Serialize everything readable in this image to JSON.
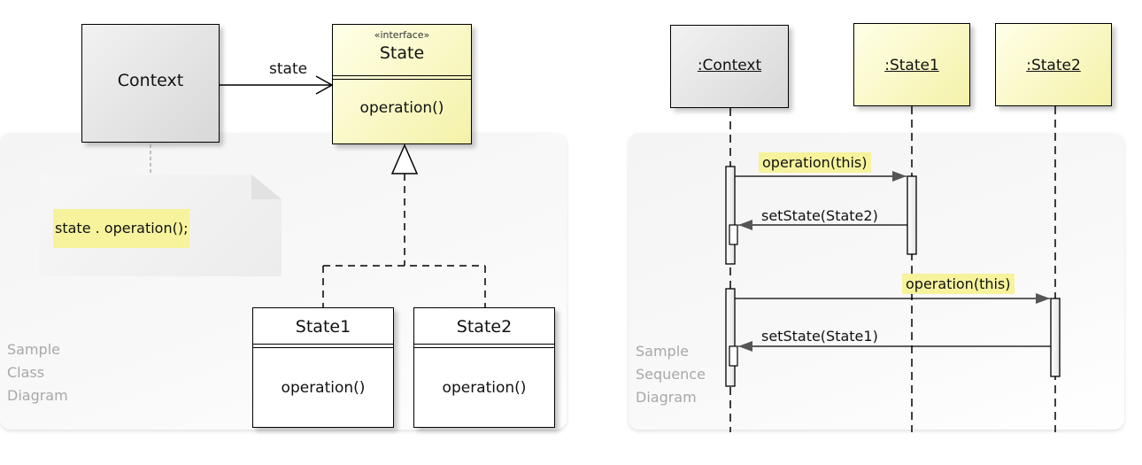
{
  "class_diagram": {
    "caption": [
      "Sample",
      "Class",
      "Diagram"
    ],
    "context": {
      "name": "Context"
    },
    "state_interface": {
      "stereotype": "«interface»",
      "name": "State",
      "operation": "operation()"
    },
    "association_label": "state",
    "note_text": "state . operation();",
    "state1": {
      "name": "State1",
      "operation": "operation()"
    },
    "state2": {
      "name": "State2",
      "operation": "operation()"
    }
  },
  "sequence_diagram": {
    "caption": [
      "Sample",
      "Sequence",
      "Diagram"
    ],
    "lifelines": [
      ":Context",
      ":State1",
      ":State2"
    ],
    "messages": [
      {
        "label": "operation(this)"
      },
      {
        "label": "setState(State2)"
      },
      {
        "label": "operation(this)"
      },
      {
        "label": "setState(State1)"
      }
    ]
  },
  "colors": {
    "interface_fill": "#f4f2a8",
    "highlight": "#f6f39c",
    "caption": "#a8a8a8"
  }
}
